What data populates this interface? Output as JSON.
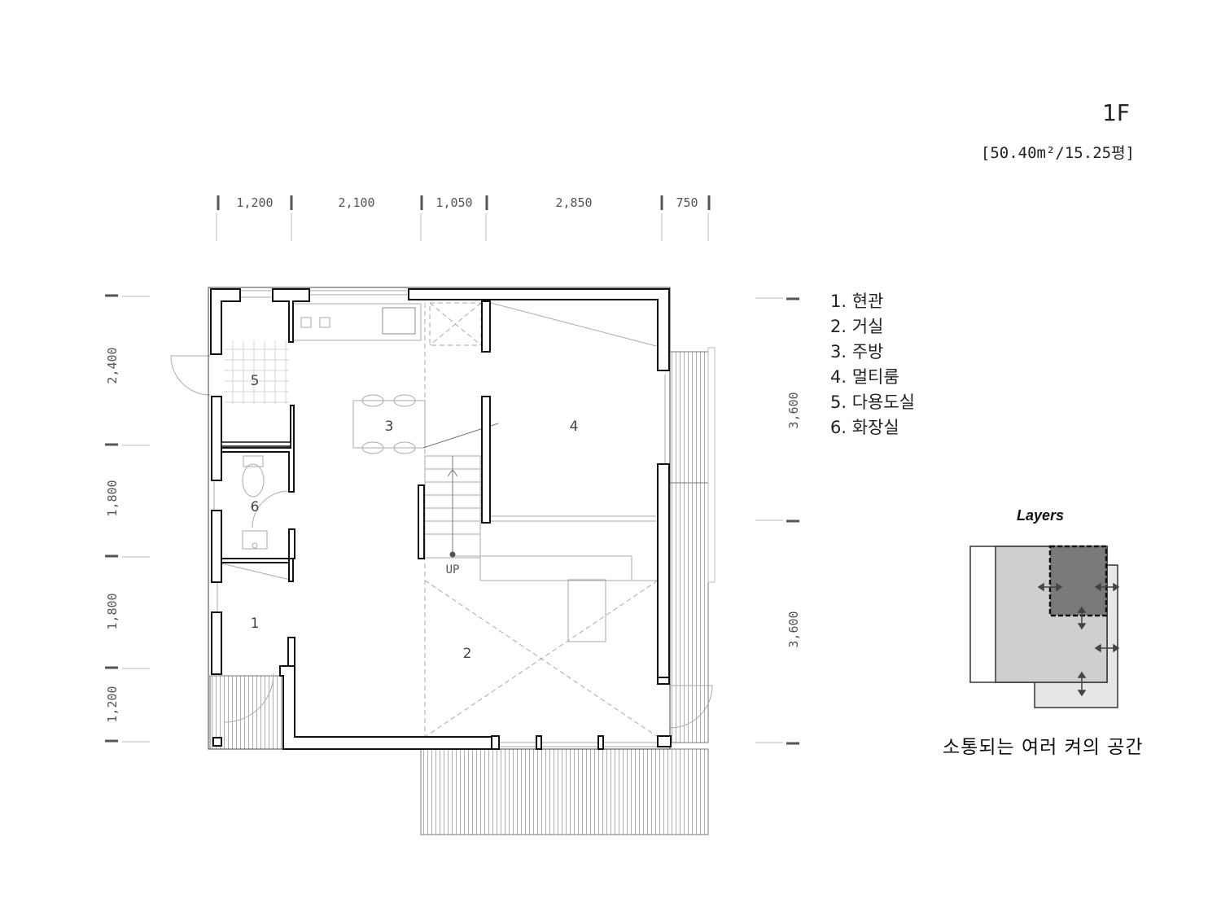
{
  "floor": {
    "title": "1F",
    "area": "[50.40m²/15.25평]"
  },
  "dimensions": {
    "top": [
      "1,200",
      "2,100",
      "1,050",
      "2,850",
      "750"
    ],
    "left": [
      "2,400",
      "1,800",
      "1,800",
      "1,200"
    ],
    "right": [
      "3,600",
      "3,600"
    ]
  },
  "rooms": [
    {
      "num": "1"
    },
    {
      "num": "2"
    },
    {
      "num": "3"
    },
    {
      "num": "4"
    },
    {
      "num": "5"
    },
    {
      "num": "6"
    }
  ],
  "stair_label": "UP",
  "legend": [
    "1. 현관",
    "2. 거실",
    "3. 주방",
    "4. 멀티룸",
    "5. 다용도실",
    "6. 화장실"
  ],
  "layers": {
    "title": "Layers",
    "caption": "소통되는 여러 켜의 공간"
  }
}
